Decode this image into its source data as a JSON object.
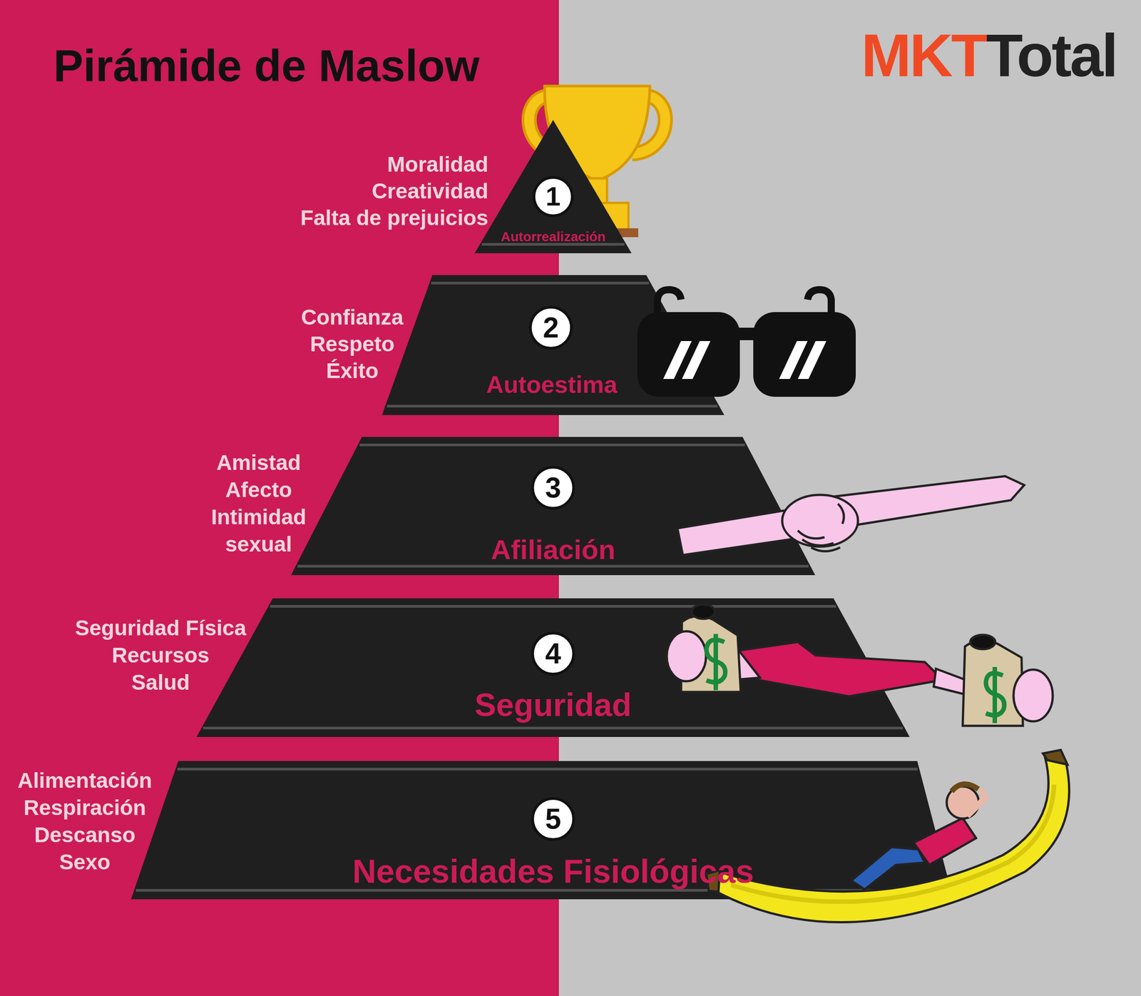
{
  "diagram": {
    "title": "Pirámide de Maslow",
    "nodes": [
      {
        "text": [
          "1",
          "Autorrealización",
          "Moralidad",
          "Creatividad",
          "Falta de prejuicios"
        ]
      },
      {
        "text": [
          "2",
          "Autoestima",
          "Confianza",
          "Respeto",
          "Éxito"
        ]
      },
      {
        "text": [
          "3",
          "Afiliación",
          "Amistad",
          "Afecto",
          "Intimidad sexual"
        ]
      },
      {
        "text": [
          "4",
          "Seguridad",
          "Seguridad Física",
          "Recursos",
          "Salud"
        ]
      },
      {
        "text": [
          "5",
          "Necesidades Fisiológicas",
          "Alimentación",
          "Respiración",
          "Descanso",
          "Sexo"
        ]
      }
    ],
    "labels": [
      "MKT",
      "Total"
    ]
  }
}
